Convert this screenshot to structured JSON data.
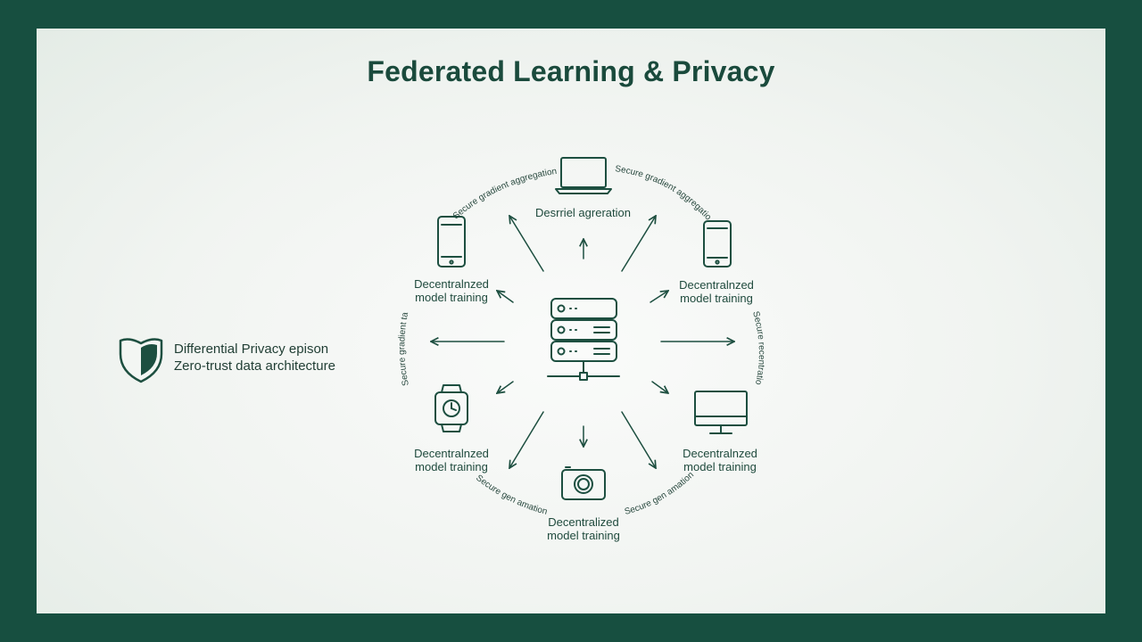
{
  "title": "Federated Learning & Privacy",
  "colors": {
    "frame": "#174f40",
    "ink": "#1d4f40",
    "panel": "#f3f6f3"
  },
  "center": {
    "icon": "server-rack-icon"
  },
  "top_label": "Desrriel agreration",
  "nodes": [
    {
      "id": "laptop",
      "icon": "laptop-icon",
      "line1": "",
      "line2": ""
    },
    {
      "id": "phone-left",
      "icon": "smartphone-icon",
      "line1": "Decentralnzed",
      "line2": "model training"
    },
    {
      "id": "phone-right",
      "icon": "smartphone-icon",
      "line1": "Decentralnzed",
      "line2": "model training"
    },
    {
      "id": "watch",
      "icon": "smartwatch-icon",
      "line1": "Decentralnzed",
      "line2": "model training"
    },
    {
      "id": "monitor",
      "icon": "monitor-icon",
      "line1": "Decentralnzed",
      "line2": "model training"
    },
    {
      "id": "camera",
      "icon": "camera-icon",
      "line1": "Decentralized",
      "line2": "model training"
    }
  ],
  "arc_labels": {
    "top_left": "Secure gradient aggregation",
    "top_right": "Secure gradient aggregation",
    "left": "Secure gradient tation",
    "right": "Secure recentration",
    "bottom_left": "Secure gen amation",
    "bottom_right": "Secure gen amation"
  },
  "legend": {
    "icon": "shield-icon",
    "line1": "Differential Privacy epison",
    "line2": "Zero-trust data architecture"
  }
}
